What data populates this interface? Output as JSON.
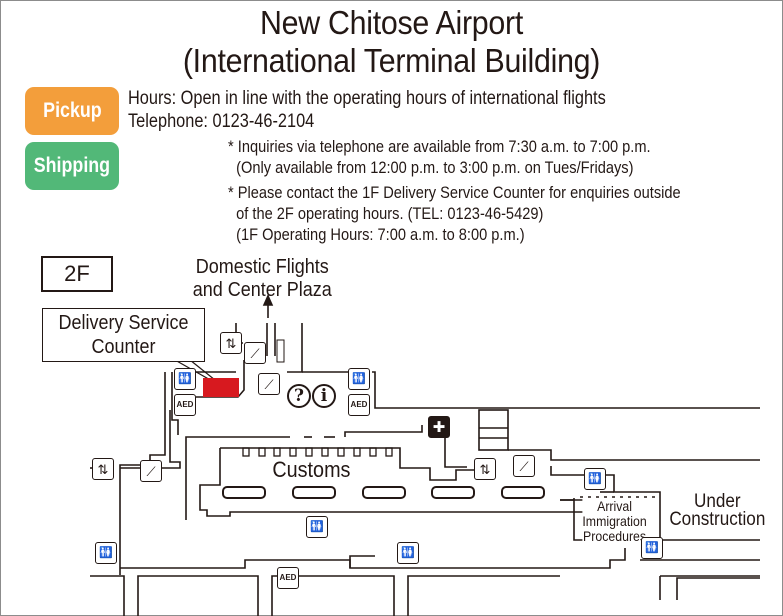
{
  "header": {
    "title_line1": "New Chitose Airport",
    "title_line2": "(International Terminal Building)"
  },
  "badges": {
    "pickup": {
      "label": "Pickup",
      "color": "#f39e3b"
    },
    "shipping": {
      "label": "Shipping",
      "color": "#52b878"
    }
  },
  "info": {
    "hours": "Hours: Open in line with the operating hours of international flights",
    "telephone": "Telephone: 0123-46-2104",
    "notes": [
      "* Inquiries via telephone are available from 7:30 a.m. to 7:00 p.m.",
      "  (Only available from 12:00 p.m. to 3:00 p.m. on Tues/Fridays)",
      "* Please contact the 1F Delivery Service Counter for enquiries outside",
      "  of the 2F operating hours. (TEL: 0123-46-5429)",
      "  (1F Operating Hours: 7:00 a.m. to 8:00 p.m.)"
    ]
  },
  "map": {
    "floor": "2F",
    "domestic_line1": "Domestic Flights",
    "domestic_line2": "and Center Plaza",
    "counter_line1": "Delivery Service",
    "counter_line2": "Counter",
    "counter_color": "#d7191f",
    "customs": "Customs",
    "arrival_line1": "Arrival",
    "arrival_line2": "Immigration",
    "arrival_line3": "Procedures",
    "construction_line1": "Under",
    "construction_line2": "Construction",
    "icons": {
      "restroom": "🚻",
      "aed": "AED",
      "elevator": "⇅",
      "escalator": "⟋",
      "question": "?",
      "information": "i",
      "first_aid": "✚"
    }
  }
}
